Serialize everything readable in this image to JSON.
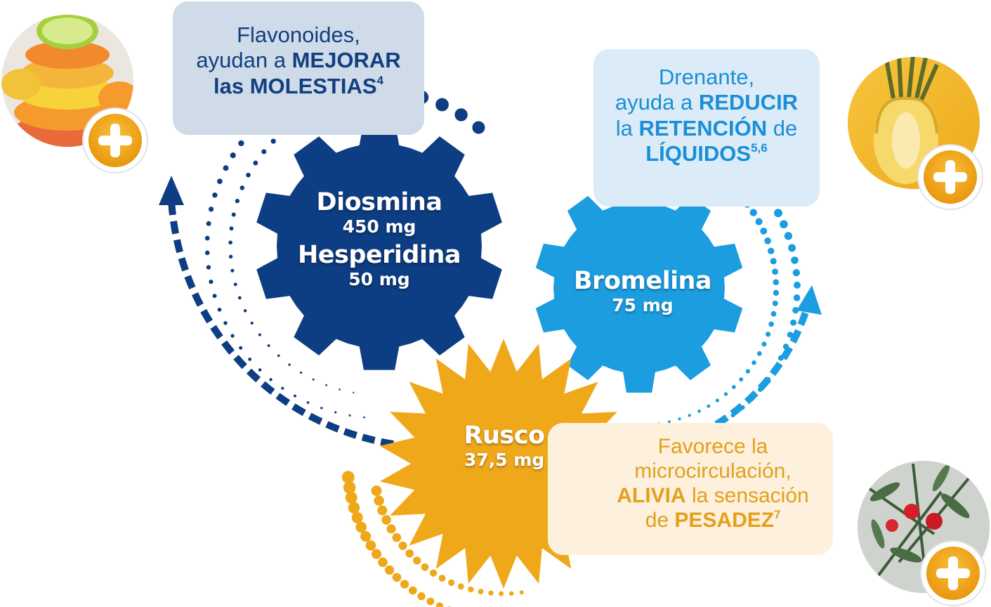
{
  "boxes": {
    "flavonoides": {
      "l1": "Flavonoides,",
      "l2_pre": "ayudan a ",
      "l2_b": "MEJORAR",
      "l3_b": "las MOLESTIAS",
      "l3_sup": "4"
    },
    "drenante": {
      "l1": "Drenante,",
      "l2_pre": "ayuda a ",
      "l2_b": "REDUCIR",
      "l3_pre": "la ",
      "l3_b": "RETENCIÓN",
      "l3_post": " de",
      "l4_b": "LÍQUIDOS",
      "l4_sup": "5,6"
    },
    "rusco": {
      "l1": "Favorece la",
      "l2": "microcirculación,",
      "l3_b": "ALIVIA",
      "l3_post": " la sensación",
      "l4_pre": "de ",
      "l4_b": "PESADEZ",
      "l4_sup": "7"
    }
  },
  "gears": {
    "diosmina": {
      "name": "Diosmina",
      "dose": "450 mg",
      "name2": "Hesperidina",
      "dose2": "50 mg"
    },
    "bromelina": {
      "name": "Bromelina",
      "dose": "75 mg"
    },
    "rusco": {
      "name": "Rusco",
      "dose": "37,5 mg"
    }
  },
  "colors": {
    "navy": "#0d3d82",
    "sky": "#1b9de0",
    "orange": "#f0a81b",
    "plus_ring": "#f3a71c"
  },
  "icons": [
    "citrus-photo",
    "pineapple-photo",
    "berry-photo",
    "plus-icon"
  ]
}
